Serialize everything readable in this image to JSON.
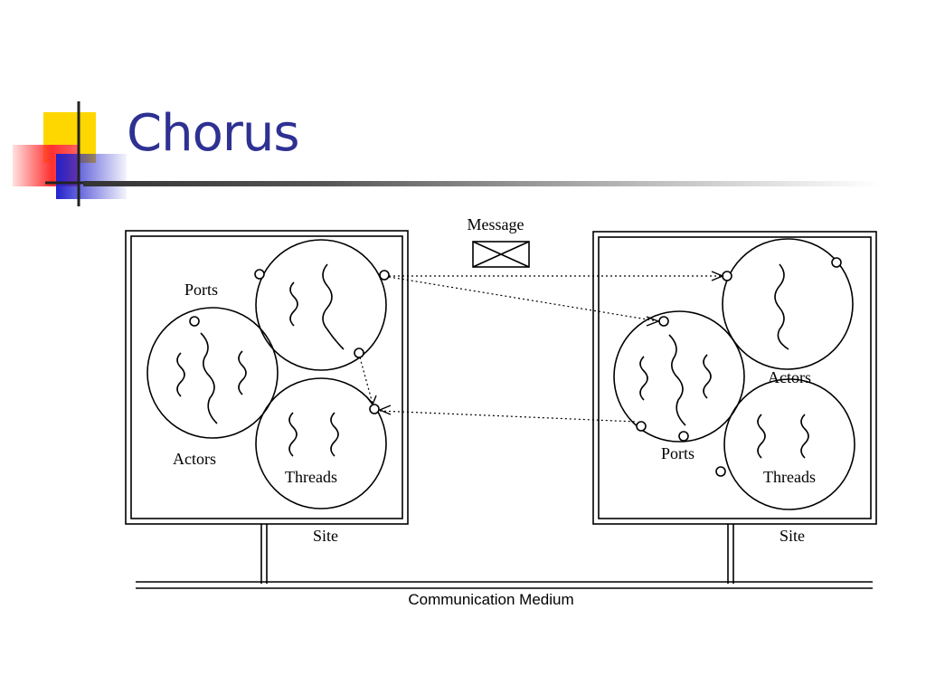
{
  "slide": {
    "title": "Chorus"
  },
  "diagram": {
    "message_label": "Message",
    "left_site": {
      "ports_label": "Ports",
      "actors_label": "Actors",
      "threads_label": "Threads",
      "site_label": "Site"
    },
    "right_site": {
      "actors_label": "Actors",
      "ports_label": "Ports",
      "threads_label": "Threads",
      "site_label": "Site"
    },
    "medium_label": "Communication Medium"
  },
  "colors": {
    "title": "#2e3192",
    "logo_yellow": "#ffd700",
    "logo_red": "#ff5050",
    "logo_blue": "#3333cc"
  }
}
